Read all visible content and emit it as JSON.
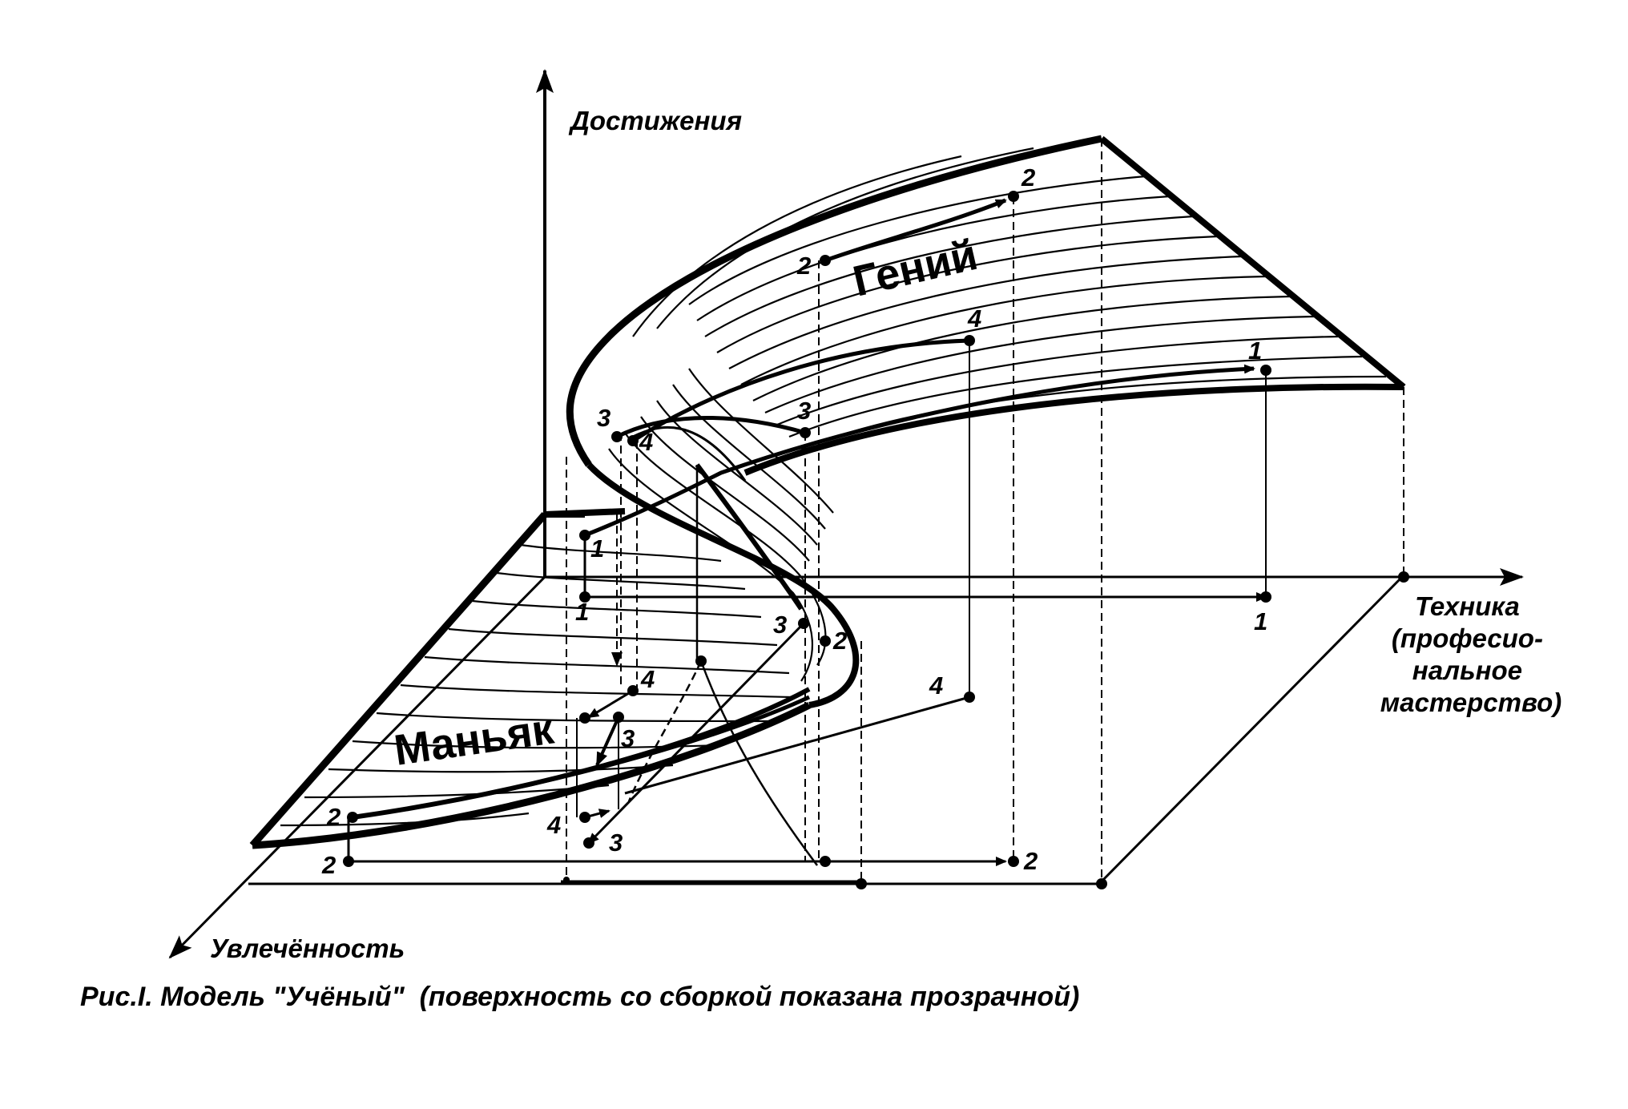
{
  "axes": {
    "achievement": "Достижения",
    "technique_lines": [
      "Техника",
      "(професио-",
      "нальное",
      "мастерство)"
    ],
    "passion": "Увлечённость"
  },
  "regions": {
    "genius": "Гений",
    "maniac": "Маньяк"
  },
  "points": {
    "p1": "1",
    "p2": "2",
    "p3": "3",
    "p4": "4"
  },
  "caption": "Рис.I. Модель \"Учёный\"  (поверхность со сборкой показана прозрачной)"
}
